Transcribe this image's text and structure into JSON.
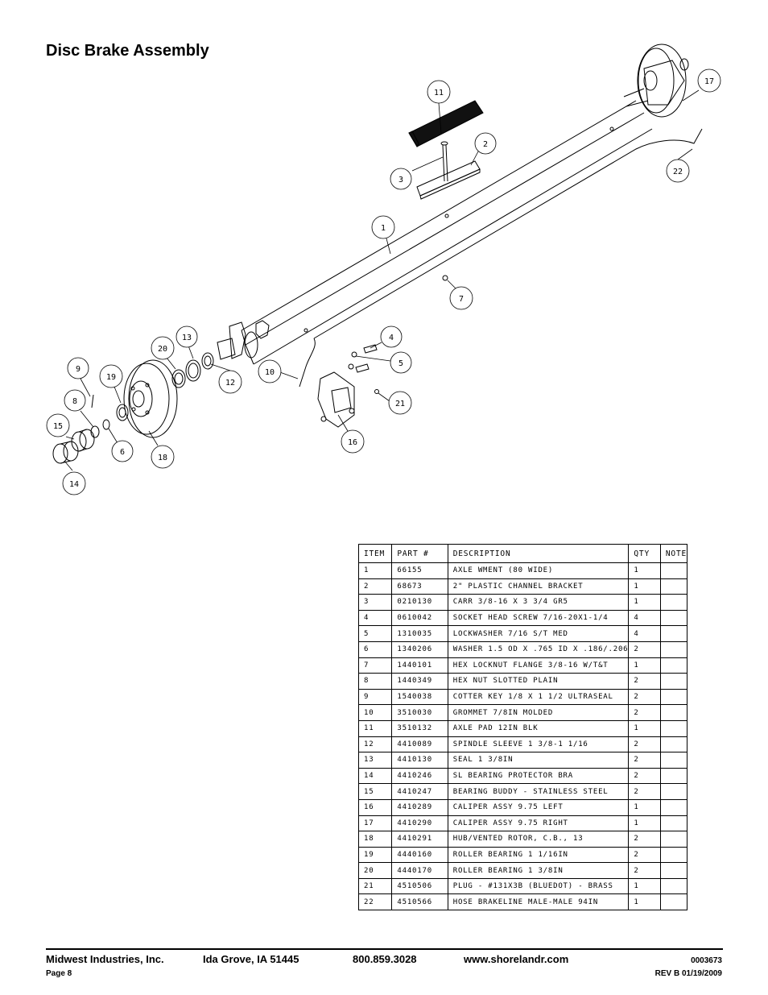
{
  "title": "Disc Brake Assembly",
  "diagram": {
    "callouts": [
      "1",
      "2",
      "3",
      "4",
      "5",
      "6",
      "7",
      "8",
      "9",
      "10",
      "11",
      "12",
      "13",
      "14",
      "15",
      "16",
      "17",
      "18",
      "19",
      "20",
      "21",
      "22"
    ]
  },
  "table": {
    "headers": [
      "ITEM",
      "PART #",
      "DESCRIPTION",
      "QTY",
      "NOTE"
    ],
    "rows": [
      {
        "item": "1",
        "part": "66155",
        "desc": "AXLE WMENT (80 WIDE)",
        "qty": "1",
        "note": ""
      },
      {
        "item": "2",
        "part": "68673",
        "desc": "2\" PLASTIC CHANNEL BRACKET",
        "qty": "1",
        "note": ""
      },
      {
        "item": "3",
        "part": "0210130",
        "desc": "CARR 3/8-16 X 3 3/4 GR5",
        "qty": "1",
        "note": ""
      },
      {
        "item": "4",
        "part": "0610042",
        "desc": "SOCKET HEAD SCREW 7/16-20X1-1/4",
        "qty": "4",
        "note": ""
      },
      {
        "item": "5",
        "part": "1310035",
        "desc": "LOCKWASHER 7/16 S/T MED",
        "qty": "4",
        "note": ""
      },
      {
        "item": "6",
        "part": "1340206",
        "desc": "WASHER 1.5 OD X .765 ID X .186/.206",
        "qty": "2",
        "note": ""
      },
      {
        "item": "7",
        "part": "1440101",
        "desc": "HEX LOCKNUT FLANGE 3/8-16 W/T&T",
        "qty": "1",
        "note": ""
      },
      {
        "item": "8",
        "part": "1440349",
        "desc": "HEX NUT SLOTTED PLAIN",
        "qty": "2",
        "note": ""
      },
      {
        "item": "9",
        "part": "1540038",
        "desc": "COTTER KEY 1/8 X 1 1/2 ULTRASEAL",
        "qty": "2",
        "note": ""
      },
      {
        "item": "10",
        "part": "3510030",
        "desc": "GROMMET  7/8IN MOLDED",
        "qty": "2",
        "note": ""
      },
      {
        "item": "11",
        "part": "3510132",
        "desc": "AXLE PAD 12IN  BLK",
        "qty": "1",
        "note": ""
      },
      {
        "item": "12",
        "part": "4410089",
        "desc": "SPINDLE SLEEVE  1 3/8-1 1/16",
        "qty": "2",
        "note": ""
      },
      {
        "item": "13",
        "part": "4410130",
        "desc": "SEAL  1 3/8IN",
        "qty": "2",
        "note": ""
      },
      {
        "item": "14",
        "part": "4410246",
        "desc": "SL BEARING PROTECTOR BRA",
        "qty": "2",
        "note": ""
      },
      {
        "item": "15",
        "part": "4410247",
        "desc": "BEARING BUDDY - STAINLESS STEEL",
        "qty": "2",
        "note": ""
      },
      {
        "item": "16",
        "part": "4410289",
        "desc": "CALIPER ASSY 9.75 LEFT",
        "qty": "1",
        "note": ""
      },
      {
        "item": "17",
        "part": "4410290",
        "desc": "CALIPER ASSY 9.75 RIGHT",
        "qty": "1",
        "note": ""
      },
      {
        "item": "18",
        "part": "4410291",
        "desc": "HUB/VENTED ROTOR, C.B.,   13",
        "qty": "2",
        "note": ""
      },
      {
        "item": "19",
        "part": "4440160",
        "desc": "ROLLER BEARING   1 1/16IN",
        "qty": "2",
        "note": ""
      },
      {
        "item": "20",
        "part": "4440170",
        "desc": "ROLLER BEARING   1 3/8IN",
        "qty": "2",
        "note": ""
      },
      {
        "item": "21",
        "part": "4510506",
        "desc": "PLUG - #131X3B (BLUEDOT) - BRASS",
        "qty": "1",
        "note": ""
      },
      {
        "item": "22",
        "part": "4510566",
        "desc": "HOSE BRAKELINE MALE-MALE 94IN",
        "qty": "1",
        "note": ""
      }
    ]
  },
  "footer": {
    "company": "Midwest Industries, Inc.",
    "location": "Ida Grove, IA  51445",
    "phone": "800.859.3028",
    "website": "www.shorelandr.com",
    "doc_number": "0003673",
    "page": "Page 8",
    "revision": "REV B  01/19/2009"
  }
}
